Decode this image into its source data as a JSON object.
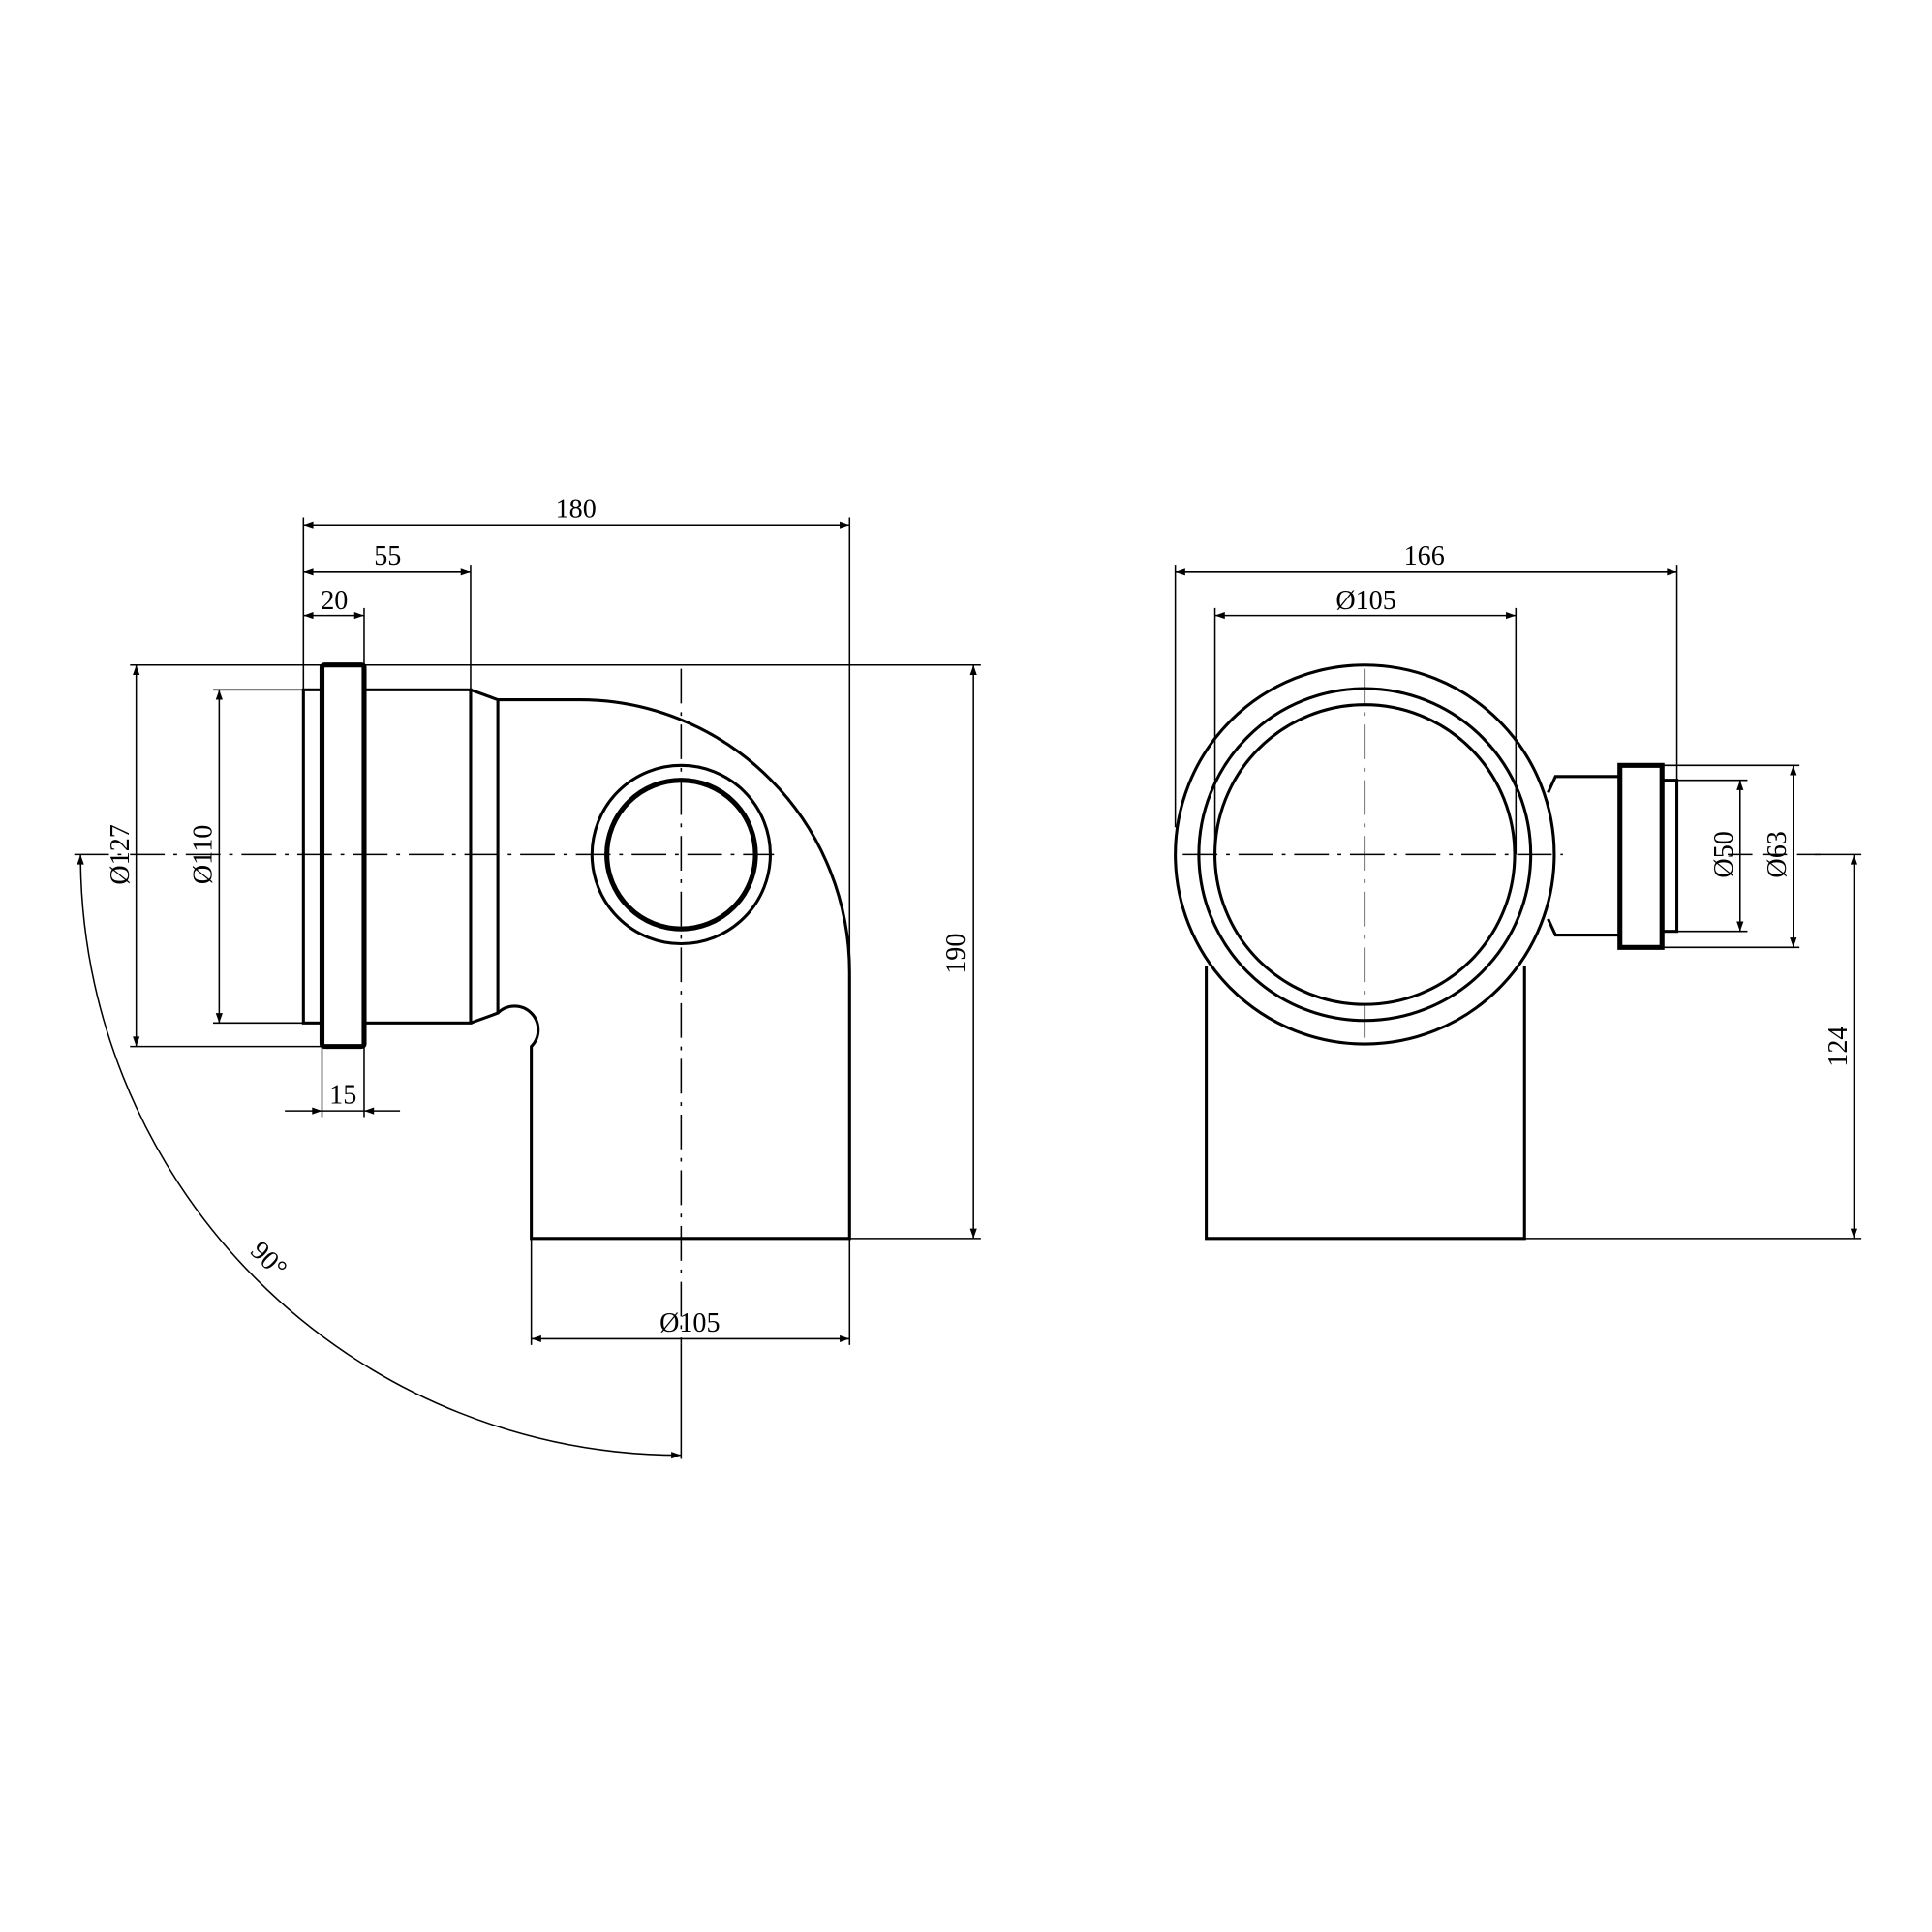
{
  "drawing": {
    "side_view": {
      "dimensions": {
        "overall_length": "180",
        "socket_depth": "55",
        "inlet_length": "20",
        "flange_width": "15",
        "overall_height": "190",
        "flange_diameter": "Ø127",
        "inlet_diameter": "Ø110",
        "outlet_diameter": "Ø105",
        "bend_angle": "90°"
      }
    },
    "end_view": {
      "dimensions": {
        "overall_width": "166",
        "body_diameter": "Ø105",
        "branch_inner_diameter": "Ø50",
        "branch_outer_diameter": "Ø63",
        "branch_axis_height": "124"
      }
    },
    "colors": {
      "line": "#000000",
      "background": "#ffffff"
    }
  }
}
